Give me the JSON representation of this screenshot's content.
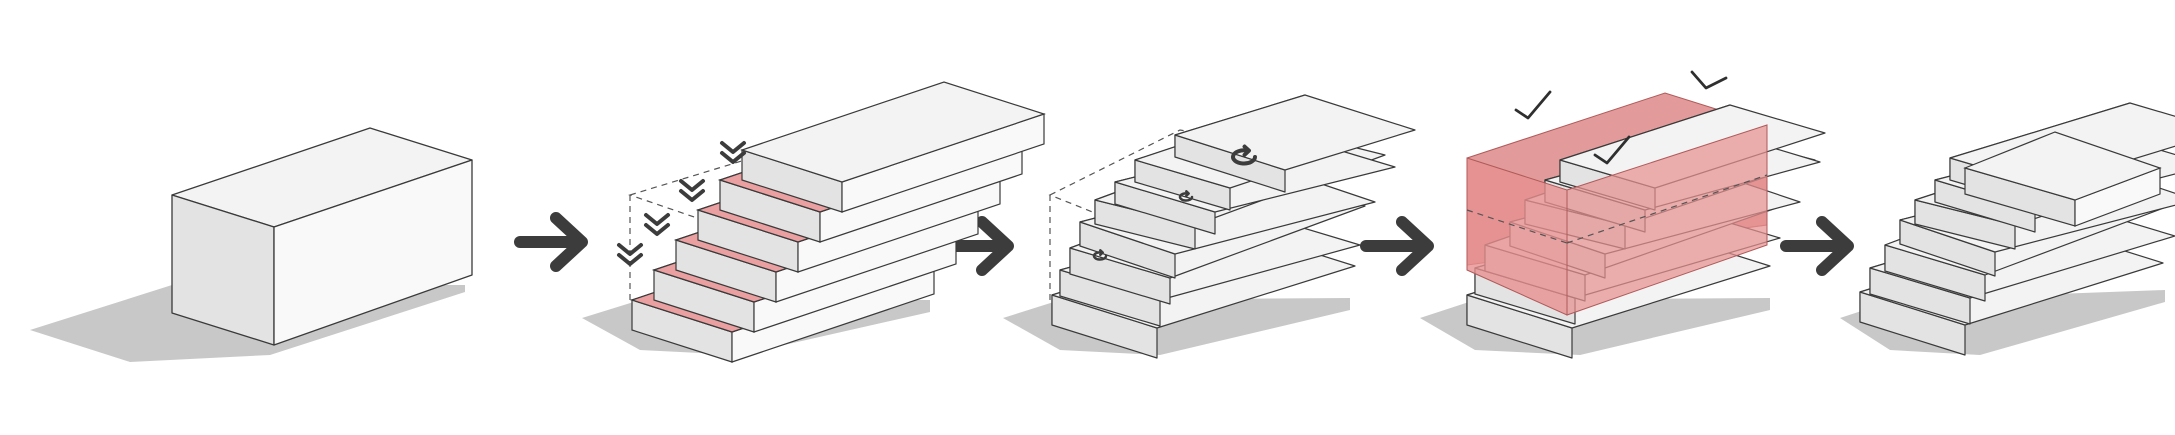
{
  "diagram": {
    "steps": [
      {
        "name": "massing-block"
      },
      {
        "name": "stepped-terraces"
      },
      {
        "name": "rotated-slabs"
      },
      {
        "name": "carved-view-planes"
      },
      {
        "name": "final-stacked-form"
      }
    ],
    "arrow_count": 4,
    "colors": {
      "face_top": "#f3f3f3",
      "face_left": "#e3e3e3",
      "face_right": "#f9f9f9",
      "edge": "#3a3a3a",
      "shadow": "#c8c8c8",
      "highlight": "#e89090",
      "highlight_dark": "#d87878",
      "arrow": "#3c3c3c"
    },
    "icons": {
      "arrow": "right-arrow-icon",
      "chevron": "double-chevron-down-icon",
      "rotate": "rotate-icon",
      "view": "view-checkmark-icon"
    }
  }
}
